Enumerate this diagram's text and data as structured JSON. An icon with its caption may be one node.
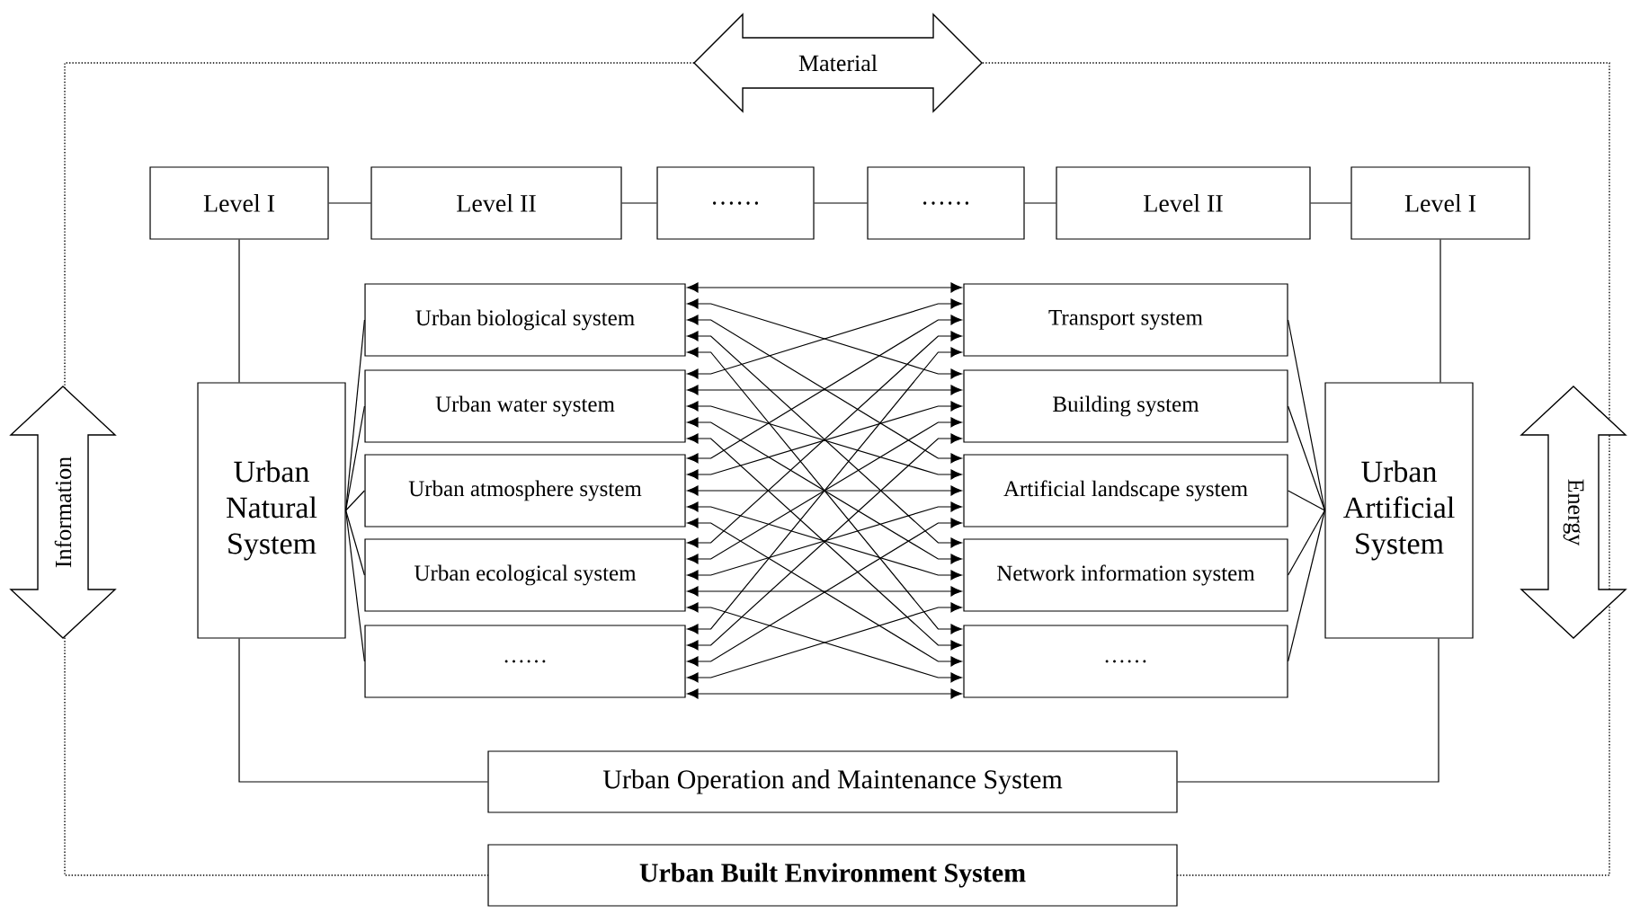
{
  "diagram": {
    "nodes": [
      {
        "text": [
          "Material"
        ]
      },
      {
        "text": [
          "Level I"
        ]
      },
      {
        "text": [
          "Level II"
        ]
      },
      {
        "text": [
          "……"
        ]
      },
      {
        "text": [
          "……"
        ]
      },
      {
        "text": [
          "Level II"
        ]
      },
      {
        "text": [
          "Level I"
        ]
      },
      {
        "text": [
          "Information"
        ]
      },
      {
        "text": [
          "Urban Natural System"
        ]
      },
      {
        "text": [
          "Urban biological system"
        ]
      },
      {
        "text": [
          "Urban water system"
        ]
      },
      {
        "text": [
          "Urban atmosphere system"
        ]
      },
      {
        "text": [
          "Urban ecological system"
        ]
      },
      {
        "text": [
          "……"
        ]
      },
      {
        "text": [
          "Transport system"
        ]
      },
      {
        "text": [
          "Building system"
        ]
      },
      {
        "text": [
          "Artificial landscape system"
        ]
      },
      {
        "text": [
          "Network information system"
        ]
      },
      {
        "text": [
          "……"
        ]
      },
      {
        "text": [
          "Urban Artificial System"
        ]
      },
      {
        "text": [
          "Energy"
        ]
      },
      {
        "text": [
          "Urban Operation and Maintenance System"
        ]
      },
      {
        "text": [
          "Urban Built Environment System"
        ]
      }
    ],
    "edges": [
      {
        "from": 1,
        "to": 2,
        "arrow": "none"
      },
      {
        "from": 2,
        "to": 3,
        "arrow": "none"
      },
      {
        "from": 3,
        "to": 4,
        "arrow": "none"
      },
      {
        "from": 4,
        "to": 5,
        "arrow": "none"
      },
      {
        "from": 5,
        "to": 6,
        "arrow": "none"
      },
      {
        "from": 1,
        "to": 8,
        "arrow": "none"
      },
      {
        "from": 6,
        "to": 19,
        "arrow": "none"
      },
      {
        "from": 8,
        "to": 9,
        "arrow": "none"
      },
      {
        "from": 8,
        "to": 10,
        "arrow": "none"
      },
      {
        "from": 8,
        "to": 11,
        "arrow": "none"
      },
      {
        "from": 8,
        "to": 12,
        "arrow": "none"
      },
      {
        "from": 8,
        "to": 13,
        "arrow": "none"
      },
      {
        "from": 19,
        "to": 14,
        "arrow": "none"
      },
      {
        "from": 19,
        "to": 15,
        "arrow": "none"
      },
      {
        "from": 19,
        "to": 16,
        "arrow": "none"
      },
      {
        "from": 19,
        "to": 17,
        "arrow": "none"
      },
      {
        "from": 19,
        "to": 18,
        "arrow": "none"
      },
      {
        "from": 9,
        "to": 14,
        "arrow": "both"
      },
      {
        "from": 9,
        "to": 15,
        "arrow": "both"
      },
      {
        "from": 9,
        "to": 16,
        "arrow": "both"
      },
      {
        "from": 9,
        "to": 17,
        "arrow": "both"
      },
      {
        "from": 9,
        "to": 18,
        "arrow": "both"
      },
      {
        "from": 10,
        "to": 14,
        "arrow": "both"
      },
      {
        "from": 10,
        "to": 15,
        "arrow": "both"
      },
      {
        "from": 10,
        "to": 16,
        "arrow": "both"
      },
      {
        "from": 10,
        "to": 17,
        "arrow": "both"
      },
      {
        "from": 10,
        "to": 18,
        "arrow": "both"
      },
      {
        "from": 11,
        "to": 14,
        "arrow": "both"
      },
      {
        "from": 11,
        "to": 15,
        "arrow": "both"
      },
      {
        "from": 11,
        "to": 16,
        "arrow": "both"
      },
      {
        "from": 11,
        "to": 17,
        "arrow": "both"
      },
      {
        "from": 11,
        "to": 18,
        "arrow": "both"
      },
      {
        "from": 12,
        "to": 14,
        "arrow": "both"
      },
      {
        "from": 12,
        "to": 15,
        "arrow": "both"
      },
      {
        "from": 12,
        "to": 16,
        "arrow": "both"
      },
      {
        "from": 12,
        "to": 17,
        "arrow": "both"
      },
      {
        "from": 12,
        "to": 18,
        "arrow": "both"
      },
      {
        "from": 13,
        "to": 14,
        "arrow": "both"
      },
      {
        "from": 13,
        "to": 15,
        "arrow": "both"
      },
      {
        "from": 13,
        "to": 16,
        "arrow": "both"
      },
      {
        "from": 13,
        "to": 17,
        "arrow": "both"
      },
      {
        "from": 13,
        "to": 18,
        "arrow": "both"
      },
      {
        "from": 8,
        "to": 21,
        "arrow": "none"
      },
      {
        "from": 19,
        "to": 21,
        "arrow": "none"
      }
    ]
  }
}
